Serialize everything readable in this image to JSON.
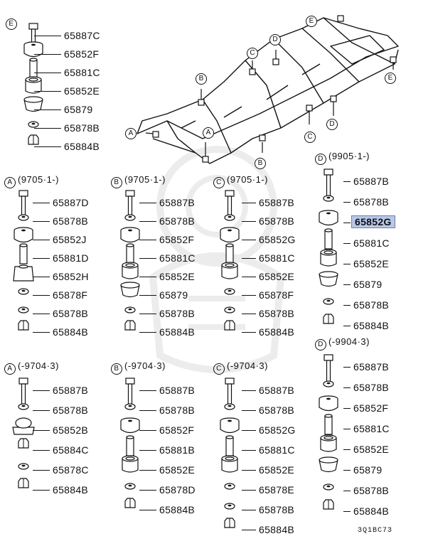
{
  "top_group": {
    "callout": "E",
    "parts": [
      "65887C",
      "65852F",
      "65881C",
      "65852E",
      "65879",
      "65878B",
      "65884B"
    ]
  },
  "frame_callouts": [
    "E",
    "D",
    "C",
    "B",
    "A",
    "A",
    "B",
    "C",
    "D",
    "E"
  ],
  "groups": [
    {
      "callout": "A",
      "range": "(9705·1-)",
      "parts": [
        "65887D",
        "65878B",
        "65852J",
        "65881D",
        "65852H",
        "65878F",
        "65878B",
        "65884B"
      ]
    },
    {
      "callout": "B",
      "range": "(9705·1-)",
      "parts": [
        "65887B",
        "65878B",
        "65852F",
        "65881C",
        "65852E",
        "65879",
        "65878B",
        "65884B"
      ]
    },
    {
      "callout": "C",
      "range": "(9705·1-)",
      "parts": [
        "65887B",
        "65878B",
        "65852G",
        "65881C",
        "65852E",
        "65878F",
        "65878B",
        "65884B"
      ]
    },
    {
      "callout": "D",
      "range": "(9905·1-)",
      "parts": [
        "65887B",
        "65878B",
        "65852G",
        "65881C",
        "65852E",
        "65879",
        "65878B",
        "65884B"
      ]
    },
    {
      "callout": "A",
      "range": "(-9704·3)",
      "parts": [
        "65887B",
        "65878B",
        "65852B",
        "65884C",
        "65878C",
        "65884B"
      ]
    },
    {
      "callout": "B",
      "range": "(-9704·3)",
      "parts": [
        "65887B",
        "65878B",
        "65852F",
        "65881B",
        "65852E",
        "65878D",
        "65884B"
      ]
    },
    {
      "callout": "C",
      "range": "(-9704·3)",
      "parts": [
        "65887B",
        "65878B",
        "65852G",
        "65881C",
        "65852E",
        "65878E",
        "65878B",
        "65884B"
      ]
    },
    {
      "callout": "D",
      "range": "(-9904·3)",
      "parts": [
        "65887B",
        "65878B",
        "65852F",
        "65881C",
        "65852E",
        "65879",
        "65878B",
        "65884B"
      ]
    }
  ],
  "highlighted_part": "65852G",
  "diagram_ref": "3Q1BC73",
  "colors": {
    "highlight_fill": "#b9c7e8",
    "highlight_border": "#6b7fae",
    "line": "#111111"
  }
}
